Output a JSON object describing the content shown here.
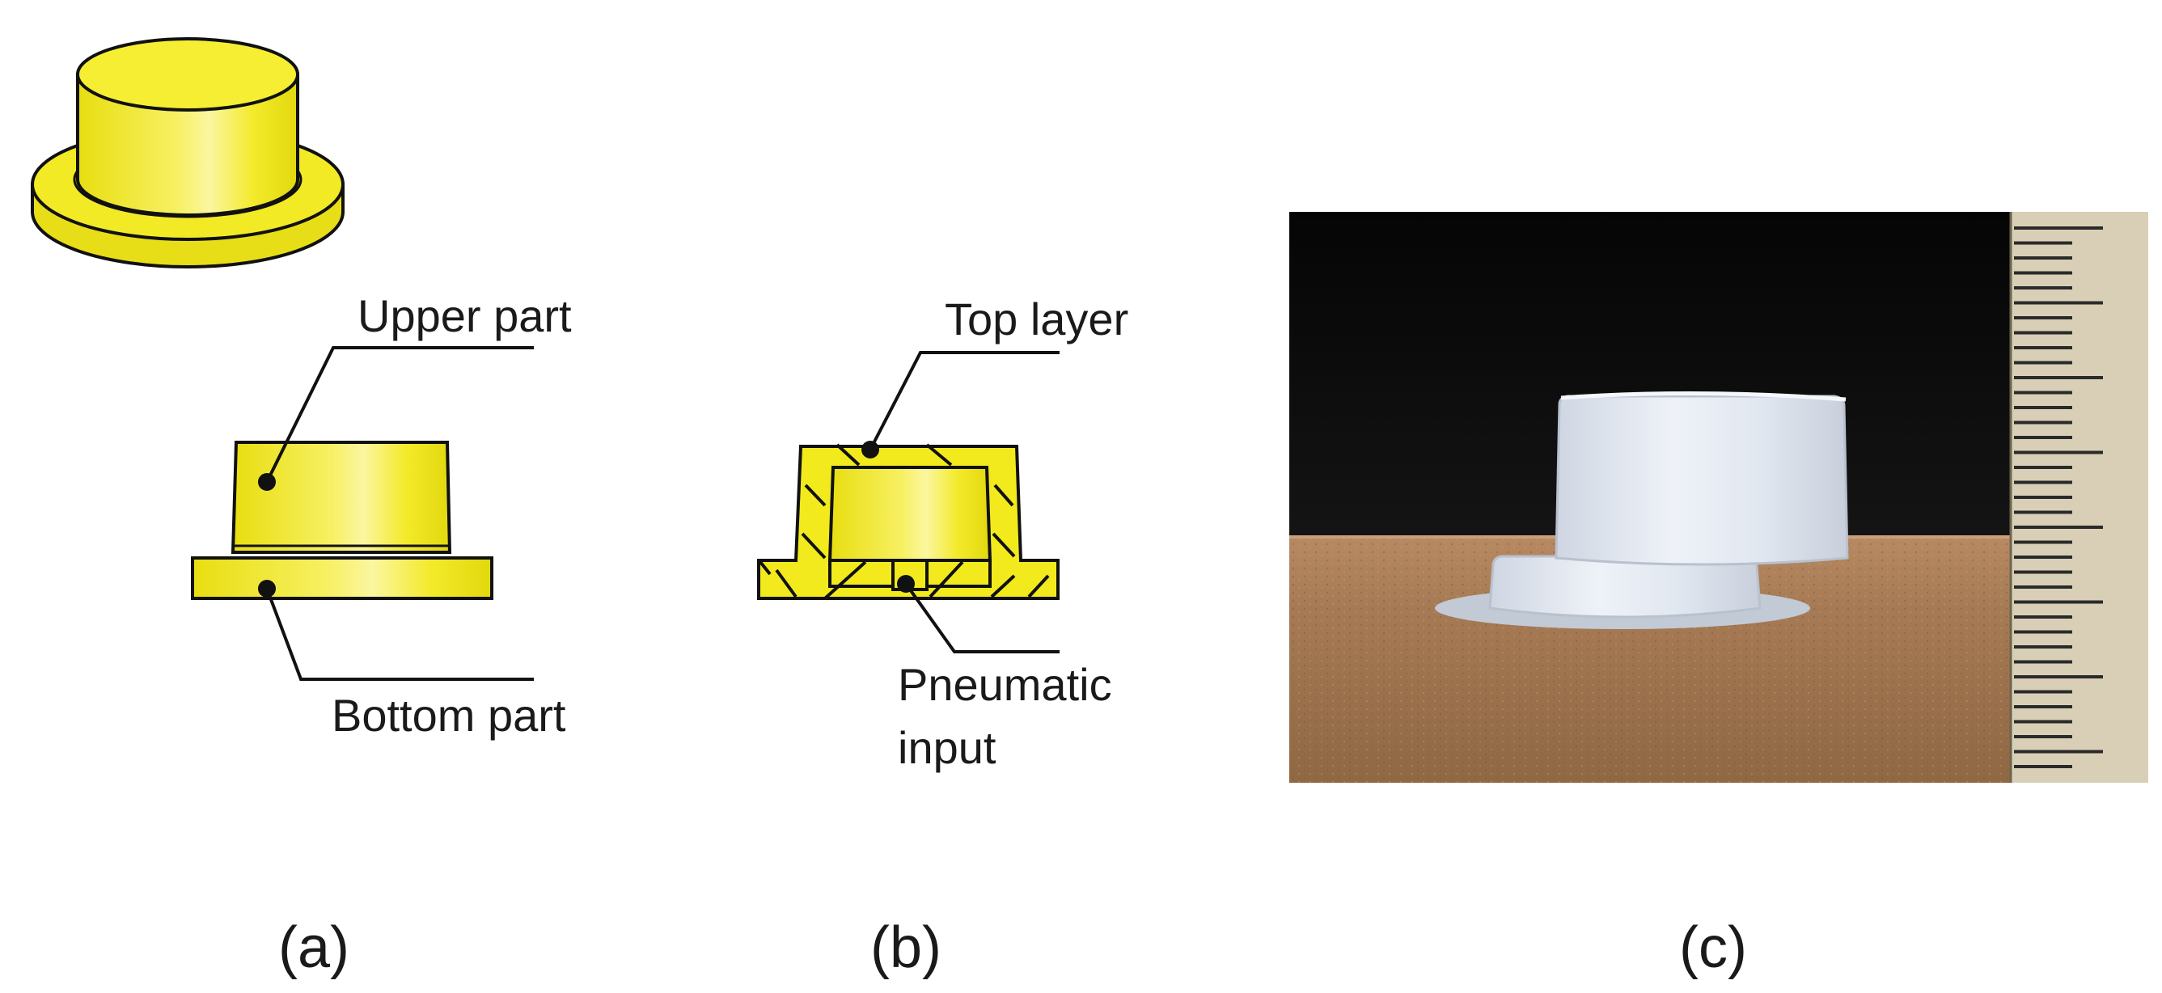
{
  "panel_a": {
    "label": "(a)",
    "upper_part": "Upper part",
    "bottom_part": "Bottom part"
  },
  "panel_b": {
    "label": "(b)",
    "top_layer": "Top layer",
    "pneumatic_line1": "Pneumatic",
    "pneumatic_line2": "input"
  },
  "panel_c": {
    "label": "(c)"
  },
  "colors": {
    "part_yellow": "#f2ea1c",
    "outline": "#111111",
    "background_black": "#0a0a0a",
    "wood_surface": "#a57a55",
    "ruler": "#d8cfb6",
    "silicone": "#e3e9f1"
  }
}
